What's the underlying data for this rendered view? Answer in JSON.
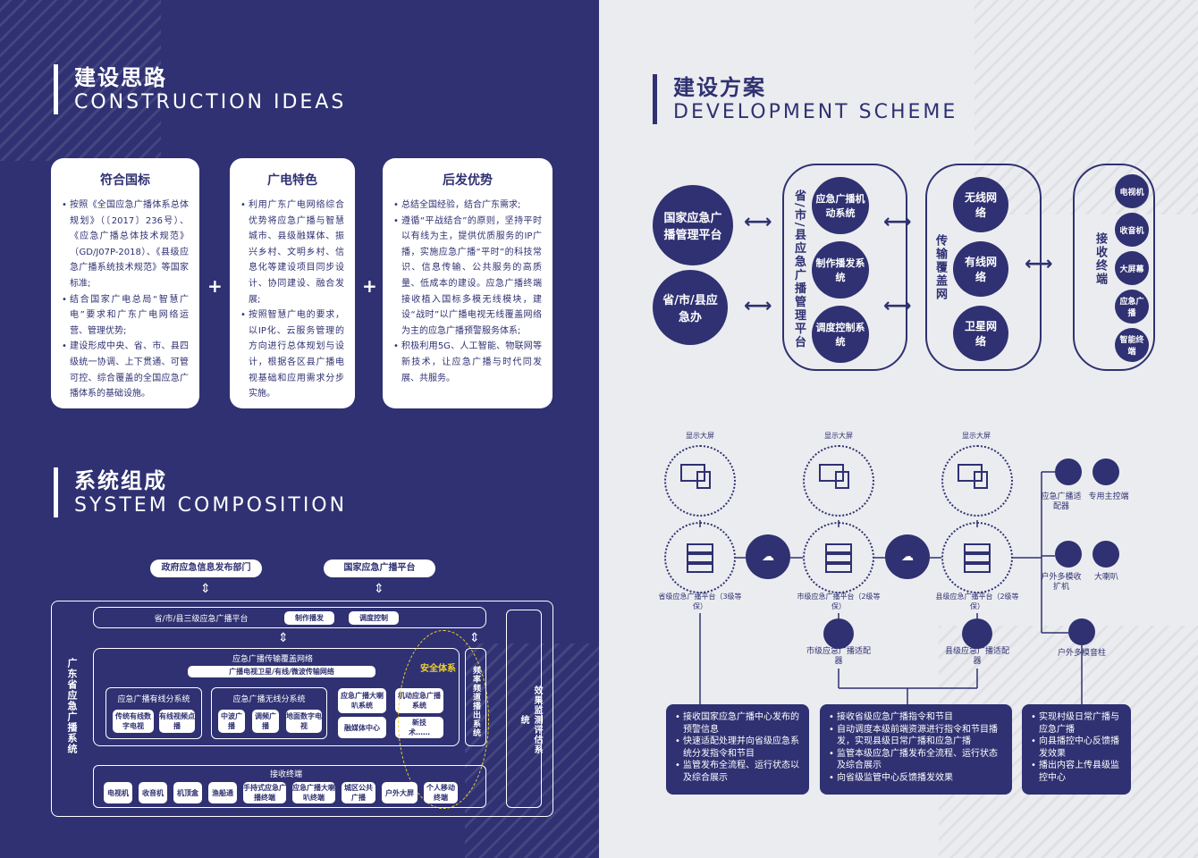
{
  "left": {
    "ideas": {
      "zh": "建设思路",
      "en": "CONSTRUCTION IDEAS",
      "cards": [
        {
          "title": "符合国标",
          "items": [
            "按照《全国应急广播体系总体规划》（〔2017〕236号）、《应急广播总体技术规范》（GD/J07P-2018）、《县级应急广播系统技术规范》等国家标准;",
            "结合国家广电总局“智慧广电”要求和广东广电网络运营、管理优势;",
            "建设形成中央、省、市、县四级统一协调、上下贯通、可管可控、综合覆盖的全国应急广播体系的基础设施。"
          ]
        },
        {
          "title": "广电特色",
          "items": [
            "利用广东广电网络综合优势将应急广播与智慧城市、县级融媒体、振兴乡村、文明乡村、信息化等建设项目同步设计、协同建设、融合发展;",
            "按照智慧广电的要求，以IP化、云服务管理的方向进行总体规划与设计，根据各区县广播电视基础和应用需求分步实施。"
          ]
        },
        {
          "title": "后发优势",
          "items": [
            "总结全国经验，结合广东需求;",
            "遵循“平战结合”的原则，坚持平时以有线为主，提供优质服务的IP广播，实施应急广播“平时”的科技常识、信息传输、公共服务的高质量、低成本的建设。应急广播终端接收植入国标多模无线模块，建设“战时”以广播电视无线覆盖网络为主的应急广播预警服务体系;",
            "积极利用5G、人工智能、物联网等新技术，让应急广播与时代同发展、共服务。"
          ]
        }
      ]
    },
    "system": {
      "zh": "系统组成",
      "en": "SYSTEM COMPOSITION",
      "top_left": "政府应急信息发布部门",
      "top_right": "国家应急广播平台",
      "side_left": "广东省应急广播系统",
      "side_right": "效果监测评估系统",
      "platform": "省/市/县三级应急广播平台",
      "btn_produce": "制作播发",
      "btn_dispatch": "调度控制",
      "network": "应急广播传输覆盖网络",
      "network_sub": "广播电视卫星/有线/微波传输网络",
      "freq": "频率频道播出系统",
      "security": "安全体系",
      "wired": {
        "title": "应急广播有线分系统",
        "items": [
          "传统有线数字电视",
          "有线视频点播"
        ]
      },
      "wireless": {
        "title": "应急广播无线分系统",
        "items": [
          "中波广播",
          "调频广播",
          "地面数字电视"
        ]
      },
      "extra": [
        "应急广播大喇叭系统",
        "机动应急广播系统",
        "融媒体中心",
        "新技术……"
      ],
      "receive": "接收终端",
      "terminals": [
        "电视机",
        "收音机",
        "机顶盒",
        "渔船通",
        "手持式应急广播终端",
        "应急广播大喇叭终端",
        "城区公共广播",
        "户外大屏",
        "个人移动终端"
      ]
    }
  },
  "right": {
    "scheme": {
      "zh": "建设方案",
      "en": "DEVELOPMENT SCHEME",
      "national": "国家应急广播管理平台",
      "local": "省/市/县应急办",
      "platform_label": "省/市/县应急广播管理平台",
      "platform_items": [
        "应急广播机动系统",
        "制作播发系统",
        "调度控制系统"
      ],
      "network_label": "传输覆盖网",
      "network_items": [
        "无线网络",
        "有线网络",
        "卫星网络"
      ],
      "terminal_label": "接收终端",
      "terminal_items": [
        "电视机",
        "收音机",
        "大屏幕",
        "应急广播",
        "智能终端"
      ]
    },
    "flow": {
      "screen": "显示大屏",
      "prov": "省级应急广播平台（3级等保）",
      "city": "市级应急广播平台（2级等保）",
      "county": "县级应急广播平台（2级等保）",
      "city_adapter": "市级应急广播适配器",
      "county_adapter": "县级应急广播适配器",
      "devices": [
        "应急广播适配器",
        "专用主控端",
        "户外多模收扩机",
        "大喇叭",
        "户外多模音柱"
      ],
      "box1": [
        "接收国家应急广播中心发布的预警信息",
        "快速适配处理并向省级应急系统分发指令和节目",
        "监管发布全流程、运行状态以及综合展示"
      ],
      "box2": [
        "接收省级应急广播指令和节目",
        "自动调度本级前端资源进行指令和节目播发，实现县级日常广播和应急广播",
        "监管本级应急广播发布全流程、运行状态及综合展示",
        "向省级监管中心反馈播发效果"
      ],
      "box3": [
        "实现村级日常广播与应急广播",
        "向县播控中心反馈播发效果",
        "播出内容上传县级监控中心"
      ]
    }
  },
  "colors": {
    "navy": "#2f3172",
    "white": "#ffffff",
    "yellow": "#f2d12e",
    "grey": "#ebecef"
  }
}
